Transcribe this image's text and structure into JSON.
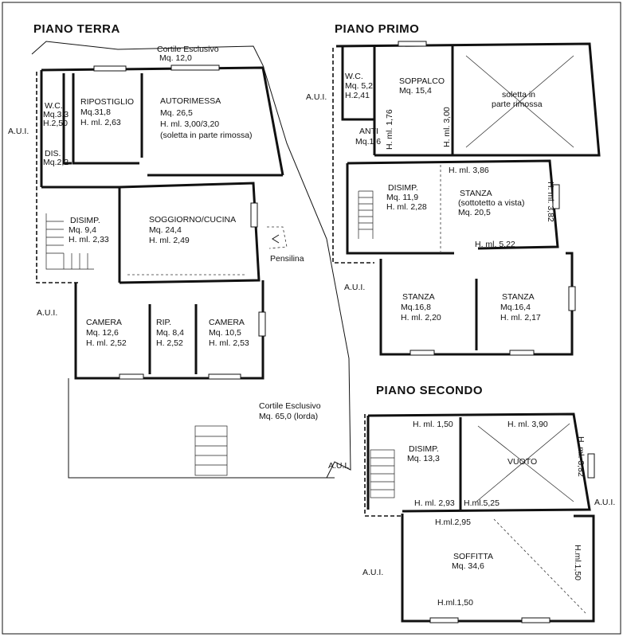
{
  "floors": {
    "terra": {
      "title": "PIANO TERRA",
      "cortile_top": [
        "Cortile Esclusivo",
        "Mq. 12,0"
      ],
      "aui_left": "A.U.I.",
      "aui_lower": "A.U.I.",
      "rooms": {
        "wc": [
          "W.C.",
          "Mq.3,3",
          "H.2,50"
        ],
        "ripostiglio": [
          "RIPOSTIGLIO",
          "Mq.31,8",
          "H. ml. 2,63"
        ],
        "autorimessa": [
          "AUTORIMESSA",
          "Mq. 26,5",
          "H. ml. 3,00/3,20",
          "(soletta in parte rimossa)"
        ],
        "dis": [
          "DIS.",
          "Mq.2,2"
        ],
        "disimp": [
          "DISIMP.",
          "Mq. 9,4",
          "H. ml. 2,33"
        ],
        "soggiorno": [
          "SOGGIORNO/CUCINA",
          "Mq. 24,4",
          "H. ml. 2,49"
        ],
        "camera1": [
          "CAMERA",
          "Mq. 12,6",
          "H. ml. 2,52"
        ],
        "rip": [
          "RIP.",
          "Mq. 8,4",
          "H. 2,52"
        ],
        "camera2": [
          "CAMERA",
          "Mq. 10,5",
          "H. ml. 2,53"
        ]
      },
      "pensilina": "Pensilina",
      "cortile_bottom": [
        "Cortile Esclusivo",
        "Mq. 65,0 (lorda)"
      ],
      "aui_bottom": "A.U.I."
    },
    "primo": {
      "title": "PIANO PRIMO",
      "aui_top": "A.U.I.",
      "aui_bottom": "A.U.I.",
      "rooms": {
        "wc": [
          "W.C.",
          "Mq. 5,2",
          "H.2,41"
        ],
        "anti": [
          "ANTI",
          "Mq.1,6"
        ],
        "soppalco": [
          "SOPPALCO",
          "Mq. 15,4"
        ],
        "soletta": [
          "soletta in",
          "parte rimossa"
        ],
        "disimp": [
          "DISIMP.",
          "Mq. 11,9",
          "H. ml. 2,28"
        ],
        "stanza_big": [
          "STANZA",
          "(sottotetto a vista)",
          "Mq. 20,5"
        ],
        "stanza1": [
          "STANZA",
          "Mq.16,8",
          "H. ml. 2,20"
        ],
        "stanza2": [
          "STANZA",
          "Mq.16,4",
          "H. ml. 2,17"
        ]
      },
      "dims": {
        "h176": "H. ml. 1,76",
        "h300": "H. ml. 3,00",
        "h386": "H. ml. 3,86",
        "h382": "H. ml. 3,82",
        "h522": "H. ml. 5,22"
      }
    },
    "secondo": {
      "title": "PIANO SECONDO",
      "aui_right": "A.U.I.",
      "aui_left": "A.U.I.",
      "rooms": {
        "disimp": [
          "DISIMP.",
          "Mq. 13,3"
        ],
        "vuoto": [
          "VUOTO"
        ],
        "soffitta": [
          "SOFFITTA",
          "Mq. 34,6"
        ]
      },
      "dims": {
        "h150": "H. ml. 1,50",
        "h390": "H. ml. 3,90",
        "h382": "H. ml. 3,82",
        "h293": "H. ml. 2,93",
        "h525": "H.ml.5,25",
        "h295": "H.ml.2,95",
        "h150v": "H.ml.1,50",
        "h150b": "H.ml.1,50"
      }
    }
  }
}
